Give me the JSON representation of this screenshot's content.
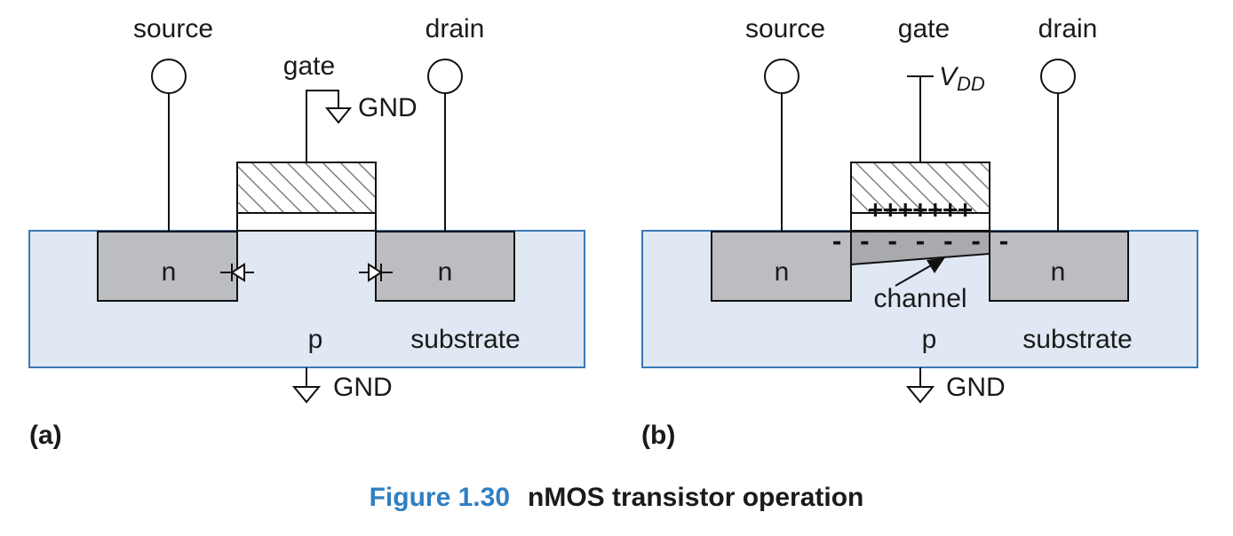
{
  "panel_a": {
    "source_label": "source",
    "drain_label": "drain",
    "gate_label": "gate",
    "gate_gnd_label": "GND",
    "left_region_label": "n",
    "right_region_label": "n",
    "body_label": "p",
    "substrate_label": "substrate",
    "substrate_gnd_label": "GND",
    "panel_label": "(a)"
  },
  "panel_b": {
    "source_label": "source",
    "gate_label": "gate",
    "drain_label": "drain",
    "supply_label_main": "V",
    "supply_label_sub": "DD",
    "left_region_label": "n",
    "right_region_label": "n",
    "gate_charges": "+++++++",
    "channel_charges": "- - - - - - -",
    "channel_label": "channel",
    "body_label": "p",
    "substrate_label": "substrate",
    "substrate_gnd_label": "GND",
    "panel_label": "(b)"
  },
  "caption": {
    "number": "Figure 1.30",
    "text": "nMOS transistor operation"
  },
  "colors": {
    "substrate_fill": "#dfe8f3",
    "substrate_border": "#3a78b5",
    "n_region_fill": "#bcbdc0",
    "channel_fill": "#a9aaad",
    "caption_accent": "#2f7fc1"
  }
}
